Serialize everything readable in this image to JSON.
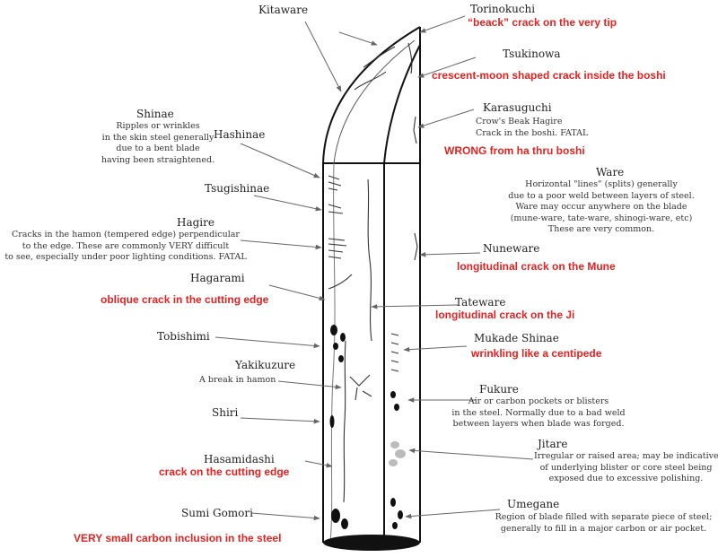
{
  "colors": {
    "annotation_red": "#e32222",
    "ink": "#222222",
    "arrow": "#666666"
  },
  "terms": {
    "kitaware": {
      "name": "Kitaware"
    },
    "torinokuchi": {
      "name": "Torinokuchi",
      "note": "“beack” crack on the very tip"
    },
    "tsukinowa": {
      "name": "Tsukinowa",
      "note": "crescent-moon shaped crack inside the boshi"
    },
    "karasuguchi": {
      "name": "Karasuguchi",
      "desc": [
        "Crow's Beak Hagire",
        "Crack in the boshi. FATAL"
      ],
      "note": "WRONG from ha thru boshi"
    },
    "shinae": {
      "name": "Shinae",
      "desc": [
        "Ripples or wrinkles",
        "in the skin steel generally",
        "due to a bent blade",
        "having been straightened."
      ]
    },
    "hashinae": {
      "name": "Hashinae"
    },
    "ware": {
      "name": "Ware",
      "desc": [
        "Horizontal \"lines\" (splits) generally",
        "due to a poor weld between layers of steel.",
        "Ware may occur anywhere on the blade",
        "(mune-ware, tate-ware, shinogi-ware, etc)",
        "These are very common."
      ]
    },
    "tsugishinae": {
      "name": "Tsugishinae"
    },
    "hagire": {
      "name": "Hagire",
      "desc": [
        "Cracks in the hamon (tempered edge) perpendicular",
        "to the edge. These are commonly VERY difficult",
        "to see, especially under poor lighting conditions. FATAL"
      ]
    },
    "nuneware": {
      "name": "Nuneware",
      "note": "longitudinal crack on the Mune"
    },
    "hagarami": {
      "name": "Hagarami",
      "note": "oblique crack in the cutting edge"
    },
    "tateware": {
      "name": "Tateware",
      "note": "longitudinal crack on the Ji"
    },
    "tobishimi": {
      "name": "Tobishimi"
    },
    "mukade": {
      "name": "Mukade Shinae",
      "note": "wrinkling like a centipede"
    },
    "yakikuzure": {
      "name": "Yakikuzure",
      "desc": [
        "A break in hamon"
      ]
    },
    "fukure": {
      "name": "Fukure",
      "desc": [
        "Air or carbon pockets or blisters",
        "in the steel. Normally due to a bad weld",
        "between layers when blade was forged."
      ]
    },
    "shiri": {
      "name": "Shiri"
    },
    "jitare": {
      "name": "Jitare",
      "desc": [
        "Irregular or raised area; may be indicative",
        "of underlying blister or core steel being",
        "exposed due to excessive polishing."
      ]
    },
    "hasamidashi": {
      "name": "Hasamidashi",
      "note": "crack on the cutting edge"
    },
    "umegane": {
      "name": "Umegane",
      "desc": [
        "Region of blade filled with separate piece of steel;",
        "generally to fill in a major carbon or air pocket."
      ]
    },
    "sumigomori": {
      "name": "Sumi Gomori",
      "note": "VERY small carbon inclusion in the steel"
    }
  }
}
